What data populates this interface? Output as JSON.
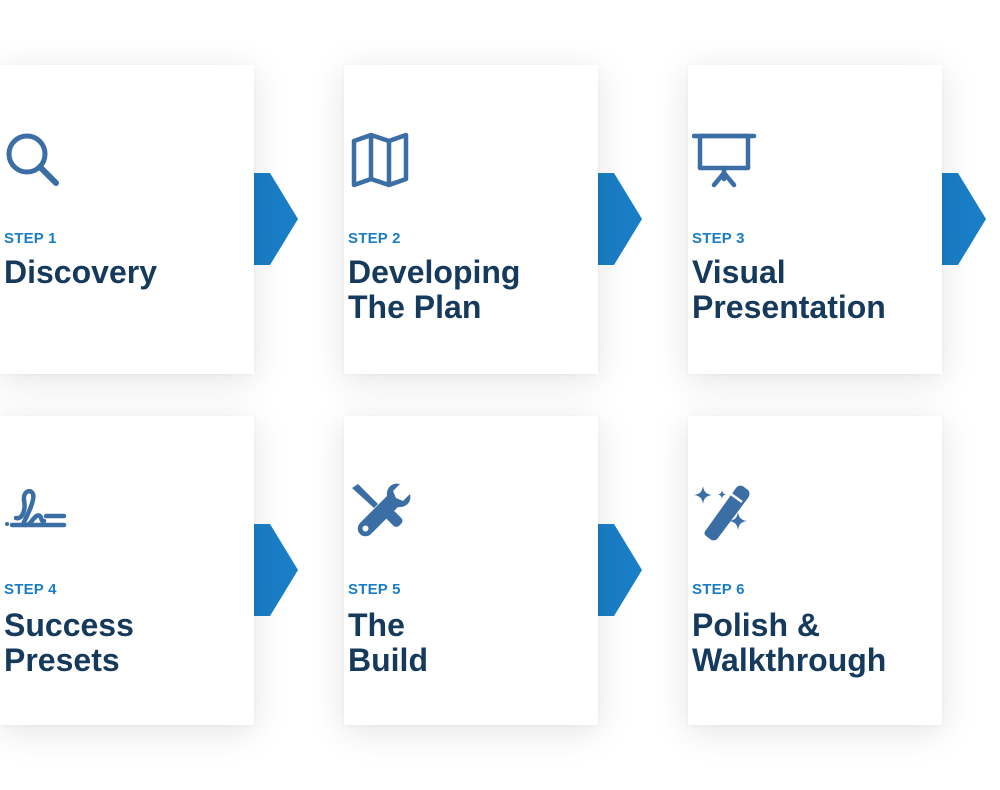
{
  "steps": [
    {
      "label": "STEP 1",
      "title": "Discovery",
      "icon": "search-icon"
    },
    {
      "label": "STEP 2",
      "title": "Developing\nThe Plan",
      "icon": "map-icon"
    },
    {
      "label": "STEP 3",
      "title": "Visual\nPresentation",
      "icon": "presentation-icon"
    },
    {
      "label": "STEP 4",
      "title": "Success\nPresets",
      "icon": "signature-icon"
    },
    {
      "label": "STEP 5",
      "title": "The\nBuild",
      "icon": "tools-icon"
    },
    {
      "label": "STEP 6",
      "title": "Polish &\nWalkthrough",
      "icon": "magic-wand-icon"
    }
  ],
  "colors": {
    "icon": "#3b6ea5",
    "step_label": "#1a7ec7",
    "title": "#163a5c",
    "arrow": "#1a7ec7"
  }
}
